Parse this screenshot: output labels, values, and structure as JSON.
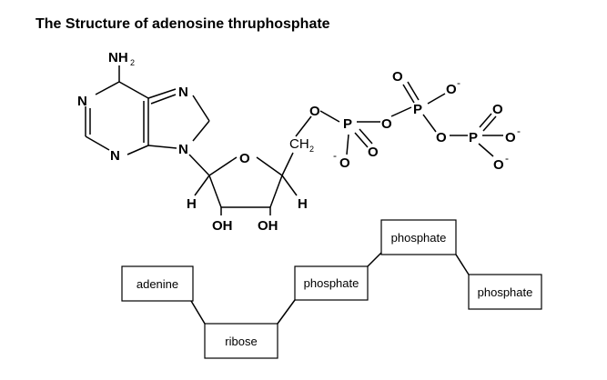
{
  "title": "The Structure of adenosine thruphosphate",
  "molecule": {
    "nh2_main": "NH",
    "nh2_sub": "2",
    "n1": "N",
    "n3": "N",
    "n7": "N",
    "n9": "N",
    "ring_o": "O",
    "ch2_main": "CH",
    "ch2_sub": "2",
    "h_left": "H",
    "h_right": "H",
    "oh_left": "OH",
    "oh_right": "OH",
    "o_link1": "O",
    "p1": "P",
    "o1_bottom": "O",
    "o1_minus": "-",
    "o1_dbl": "O",
    "o_link2": "O",
    "p2": "P",
    "o2_top": "O",
    "o2_minus_right": "O",
    "minus": "-",
    "o_link3": "O",
    "p3": "P",
    "o3_top": "O",
    "o3_right": "O",
    "o3_bottom": "O"
  },
  "boxes": {
    "adenine": "adenine",
    "ribose": "ribose",
    "phosphate1": "phosphate",
    "phosphate2": "phosphate",
    "phosphate3": "phosphate"
  }
}
